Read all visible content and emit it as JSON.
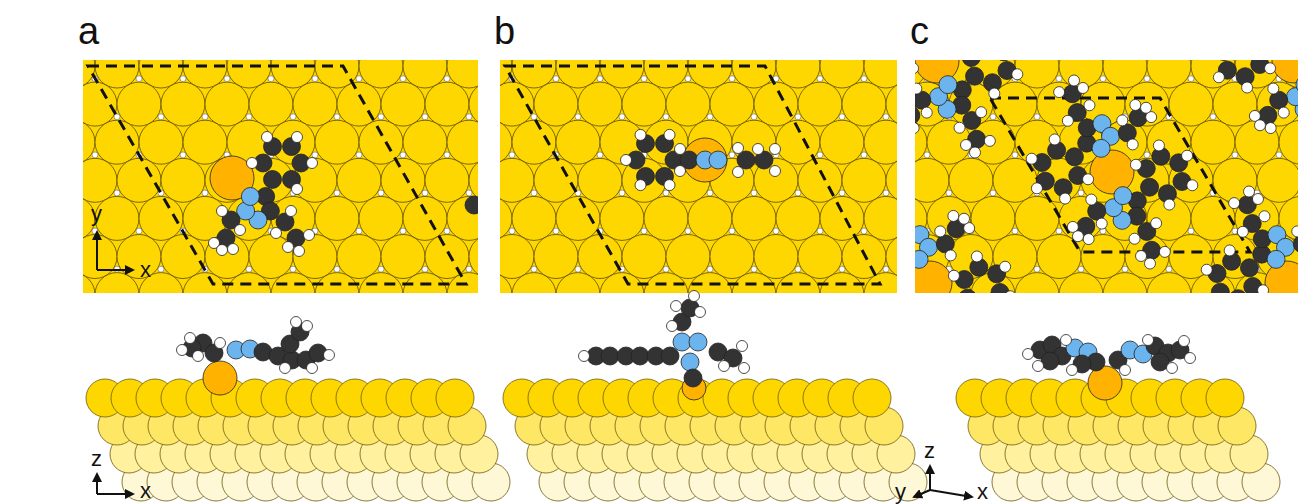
{
  "diagram": {
    "labels": [
      "a",
      "b",
      "c",
      "y",
      "x",
      "z",
      "x",
      "z",
      "y",
      "x"
    ]
  }
}
